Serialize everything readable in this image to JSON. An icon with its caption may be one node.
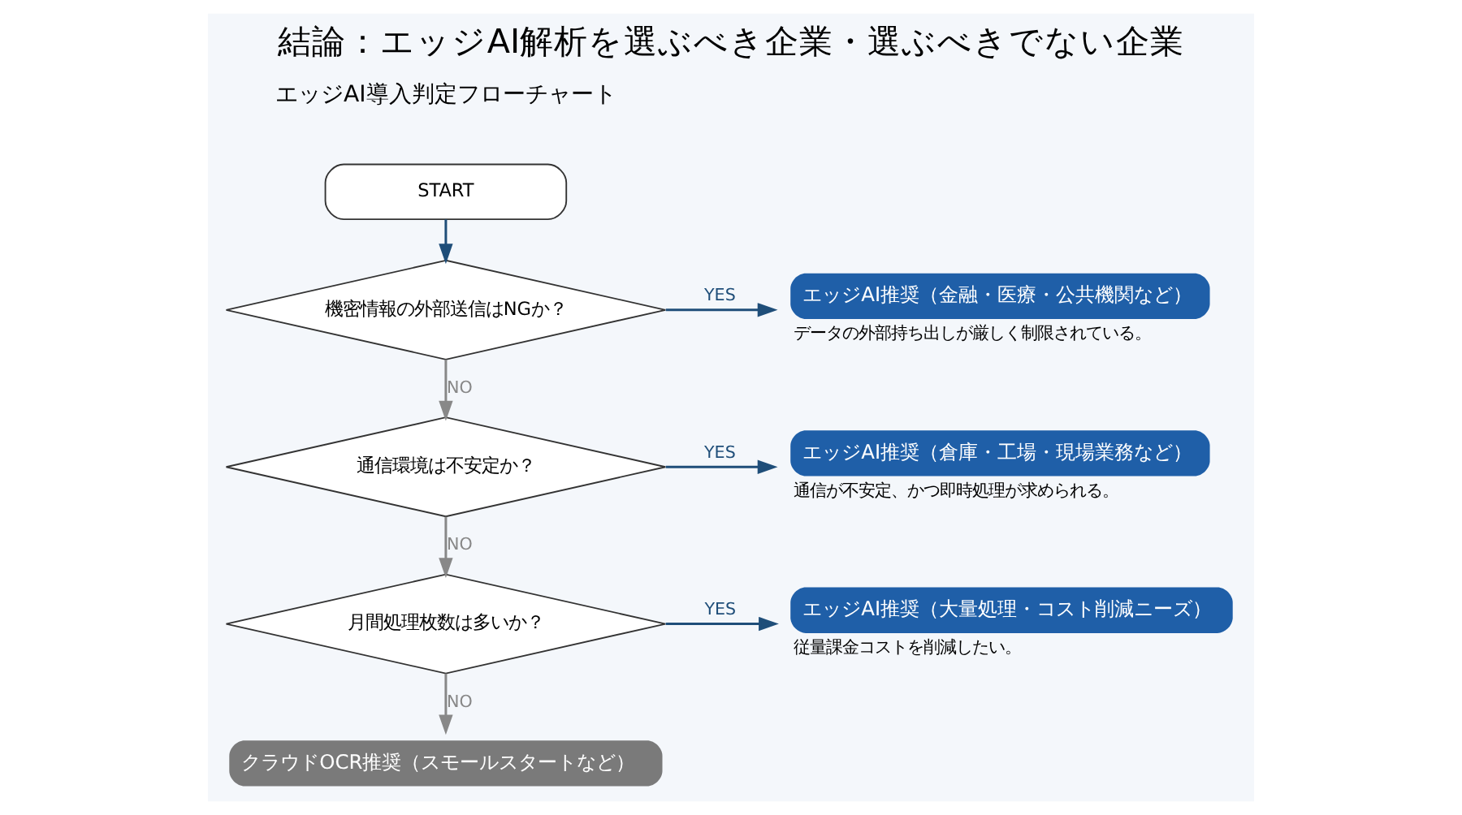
{
  "diagram": {
    "title": "結論：エッジAI解析を選ぶべき企業・選ぶべきでない企業",
    "nodes": [
      {
        "text": [
          "START"
        ]
      },
      {
        "text": [
          "機密情報の外部送信はNGか？"
        ]
      },
      {
        "text": [
          "エッジAI推奨（金融・医療・公共機関など）"
        ],
        "beside": [
          "データの外部持ち出しが厳しく制限されている。"
        ]
      },
      {
        "text": [
          "通信環境は不安定か？"
        ]
      },
      {
        "text": [
          "エッジAI推奨（倉庫・工場・現場業務など）"
        ],
        "beside": [
          "通信が不安定、かつ即時処理が求められる。"
        ]
      },
      {
        "text": [
          "月間処理枚数は多いか？"
        ]
      },
      {
        "text": [
          "エッジAI推奨（大量処理・コスト削減ニーズ）"
        ],
        "beside": [
          "従量課金コストを削減したい。"
        ]
      },
      {
        "text": [
          "クラウドOCR推奨（スモールスタートなど）"
        ]
      }
    ],
    "edges": [
      {
        "from": 0,
        "to": 1,
        "arrow": "to"
      },
      {
        "from": 1,
        "to": 2,
        "arrow": "to",
        "label": "YES"
      },
      {
        "from": 1,
        "to": 3,
        "arrow": "to",
        "label": "NO",
        "color": "#888888"
      },
      {
        "from": 3,
        "to": 4,
        "arrow": "to",
        "label": "YES"
      },
      {
        "from": 3,
        "to": 5,
        "arrow": "to",
        "label": "NO",
        "color": "#888888"
      },
      {
        "from": 5,
        "to": 6,
        "arrow": "to",
        "label": "YES"
      },
      {
        "from": 5,
        "to": 7,
        "arrow": "to",
        "label": "NO",
        "color": "#888888"
      }
    ],
    "labels": [
      "エッジAI導入判定フローチャート"
    ]
  }
}
